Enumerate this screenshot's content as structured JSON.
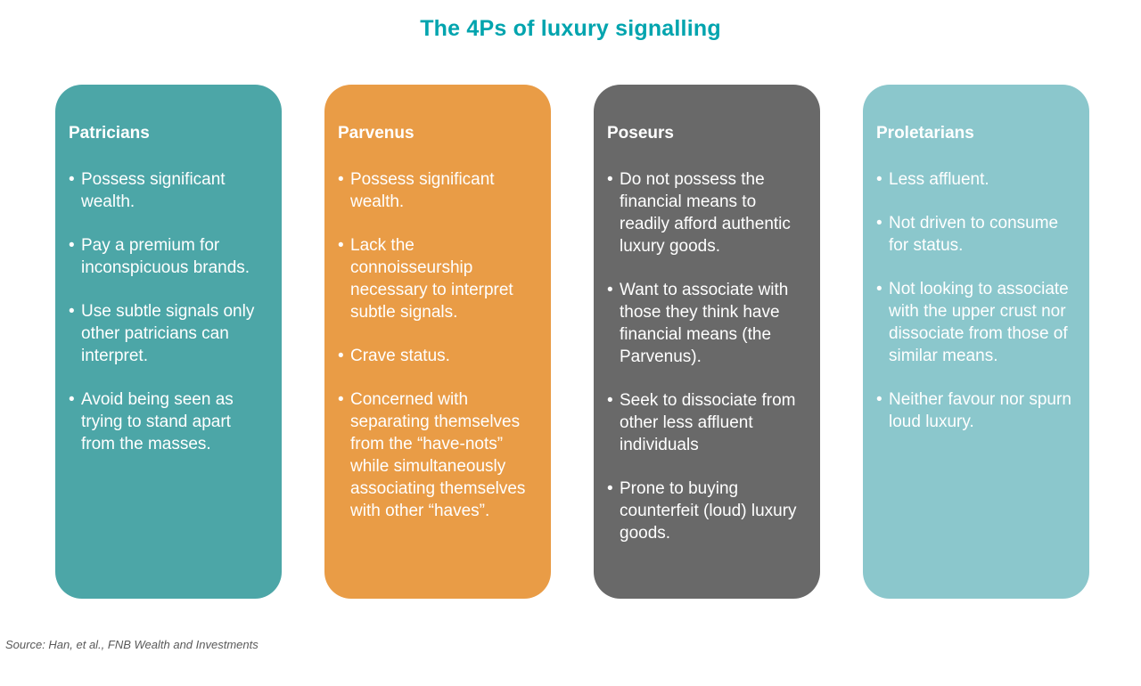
{
  "title": "The 4Ps of luxury signalling",
  "source": "Source: Han, et al., FNB Wealth and Investments",
  "colors": {
    "title_text": "#00A4AE",
    "card_text": "#FFFFFF",
    "source_text": "#595959",
    "background": "#FFFFFF"
  },
  "cards": [
    {
      "name": "Patricians",
      "color": "#4CA6A7",
      "bullets": [
        "Possess significant wealth.",
        "Pay a premium for inconspicuous brands.",
        "Use subtle signals only other patricians can interpret.",
        "Avoid being seen as trying to stand apart from the masses."
      ]
    },
    {
      "name": "Parvenus",
      "color": "#E99C46",
      "bullets": [
        "Possess significant wealth.",
        "Lack the connoisseurship necessary to interpret subtle signals.",
        "Crave status.",
        "Concerned with separating themselves from the “have-nots” while simultaneously associating themselves with other “haves”."
      ]
    },
    {
      "name": "Poseurs",
      "color": "#696969",
      "bullets": [
        "Do not possess the financial means to readily afford authentic luxury goods.",
        "Want to associate with those they think have financial means (the Parvenus).",
        "Seek to dissociate from other less affluent individuals",
        "Prone to buying counterfeit (loud) luxury goods."
      ]
    },
    {
      "name": "Proletarians",
      "color": "#8BC7CC",
      "bullets": [
        "Less affluent.",
        "Not driven to consume for status.",
        "Not looking to associate with the upper crust nor dissociate from those of similar means.",
        "Neither favour nor spurn loud luxury."
      ]
    }
  ]
}
